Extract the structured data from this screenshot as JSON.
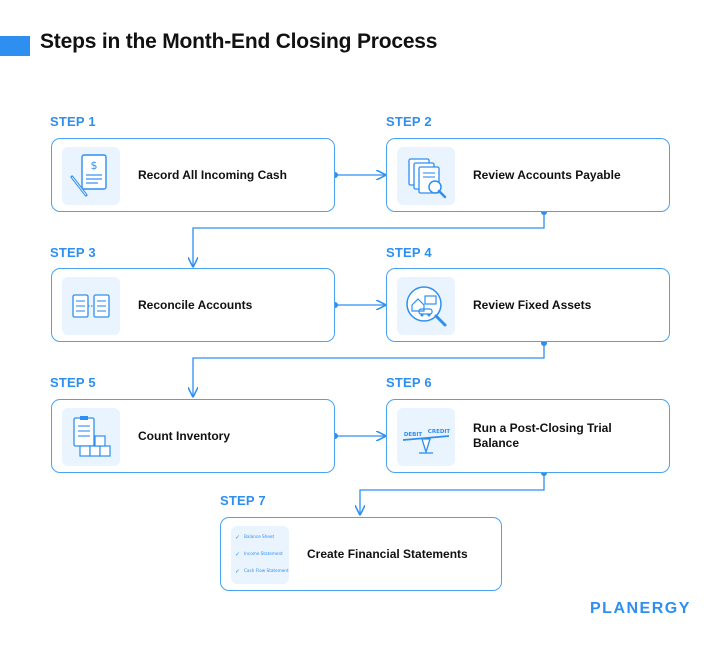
{
  "header": {
    "title": "Steps in the Month-End Closing Process"
  },
  "steps": [
    {
      "label": "STEP 1",
      "text": "Record All Incoming Cash",
      "icon": "receipt-pencil-icon"
    },
    {
      "label": "STEP 2",
      "text": "Review Accounts Payable",
      "icon": "documents-magnifier-icon"
    },
    {
      "label": "STEP 3",
      "text": "Reconcile Accounts",
      "icon": "checklists-compare-icon"
    },
    {
      "label": "STEP 4",
      "text": "Review Fixed Assets",
      "icon": "assets-magnifier-icon"
    },
    {
      "label": "STEP 5",
      "text": "Count Inventory",
      "icon": "clipboard-boxes-icon"
    },
    {
      "label": "STEP 6",
      "text": "Run a Post-Closing Trial Balance",
      "icon": "debit-credit-scale-icon"
    },
    {
      "label": "STEP 7",
      "text": "Create Financial Statements",
      "icon": "statements-checklist-icon"
    }
  ],
  "icon_text": {
    "debit": "DEBIT",
    "credit": "CREDIT",
    "balance_sheet": "Balance Sheet",
    "income_statement": "Income Statement",
    "cash_flow_statement": "Cash Flow Statement"
  },
  "brand": "PLANERGY",
  "colors": {
    "accent": "#2e8ff0",
    "border": "#4aa3f2",
    "icon_bg": "#eaf4fe"
  }
}
